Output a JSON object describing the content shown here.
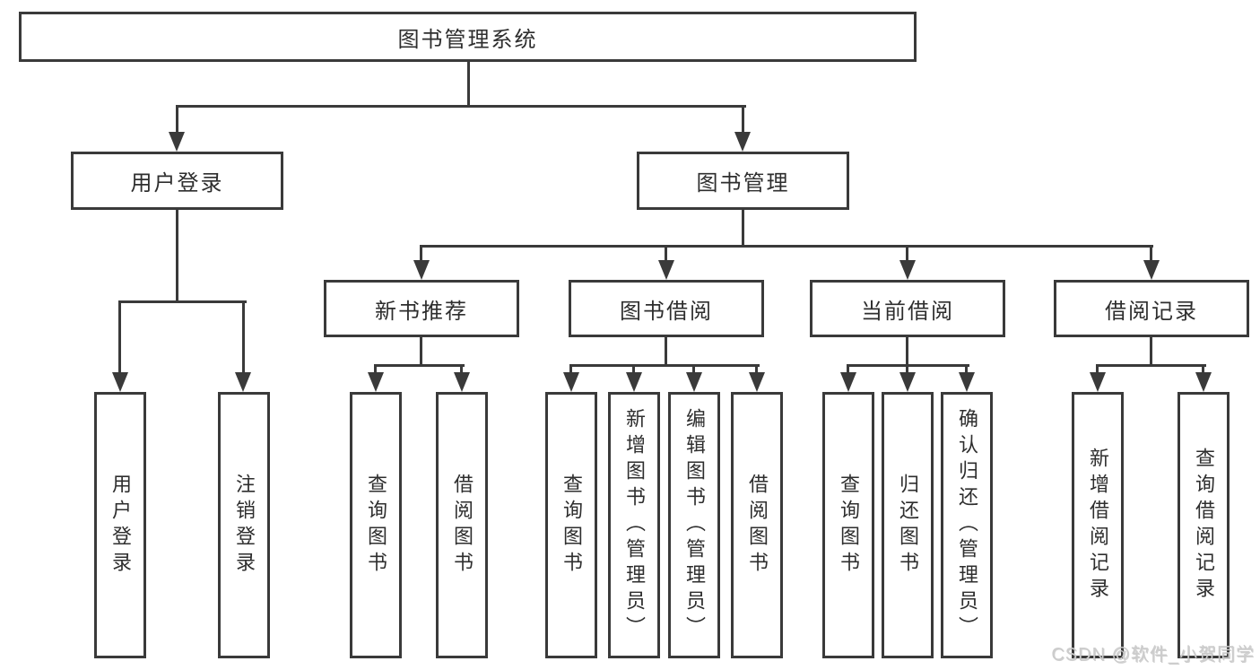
{
  "tree": {
    "root": "图书管理系统",
    "login": {
      "label": "用户登录",
      "children": [
        "用户登录",
        "注销登录"
      ]
    },
    "management": {
      "label": "图书管理",
      "groups": [
        {
          "label": "新书推荐",
          "children": [
            "查询图书",
            "借阅图书"
          ]
        },
        {
          "label": "图书借阅",
          "children": [
            "查询图书",
            "新增图书（管理员）",
            "编辑图书（管理员）",
            "借阅图书"
          ]
        },
        {
          "label": "当前借阅",
          "children": [
            "查询图书",
            "归还图书",
            "确认归还（管理员）"
          ]
        },
        {
          "label": "借阅记录",
          "children": [
            "新增借阅记录",
            "查询借阅记录"
          ]
        }
      ]
    }
  },
  "watermark": "CSDN @软件_小贺同学",
  "colors": {
    "line": "#3a3a3a",
    "text": "#2e2e2e",
    "watermark": "#cccccc",
    "background": "#ffffff"
  }
}
